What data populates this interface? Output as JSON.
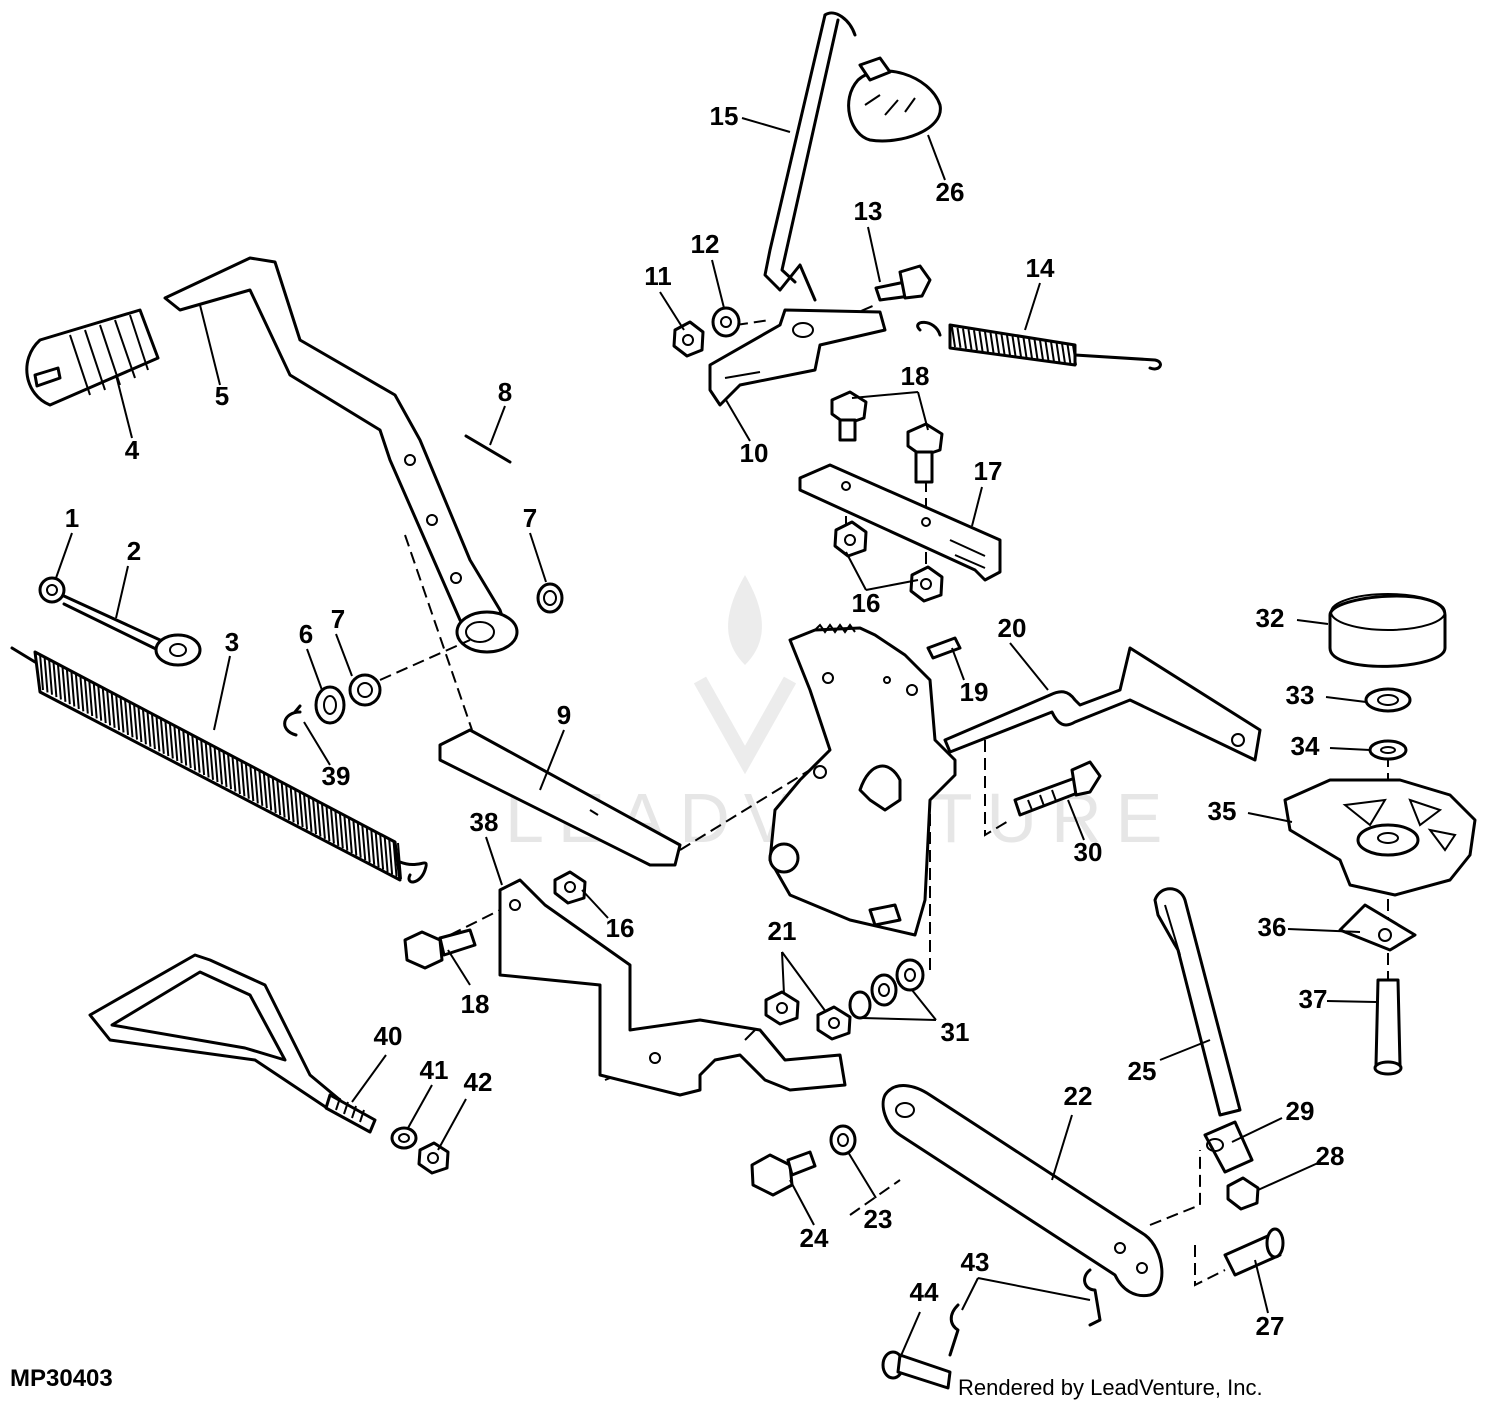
{
  "figure_id": "MP30403",
  "credit": "Rendered by LeadVenture, Inc.",
  "watermark": "LEADVENTURE",
  "callouts": {
    "c1": "1",
    "c2": "2",
    "c3": "3",
    "c4": "4",
    "c5": "5",
    "c6": "6",
    "c7a": "7",
    "c7b": "7",
    "c8": "8",
    "c9": "9",
    "c10": "10",
    "c11": "11",
    "c12": "12",
    "c13": "13",
    "c14": "14",
    "c15": "15",
    "c16a": "16",
    "c16b": "16",
    "c17": "17",
    "c18a": "18",
    "c18b": "18",
    "c19": "19",
    "c20": "20",
    "c21": "21",
    "c22": "22",
    "c23": "23",
    "c24": "24",
    "c25": "25",
    "c26": "26",
    "c27": "27",
    "c28": "28",
    "c29": "29",
    "c30": "30",
    "c31": "31",
    "c32": "32",
    "c33": "33",
    "c34": "34",
    "c35": "35",
    "c36": "36",
    "c37": "37",
    "c38": "38",
    "c39": "39",
    "c40": "40",
    "c41": "41",
    "c42": "42",
    "c43": "43",
    "c44": "44"
  }
}
